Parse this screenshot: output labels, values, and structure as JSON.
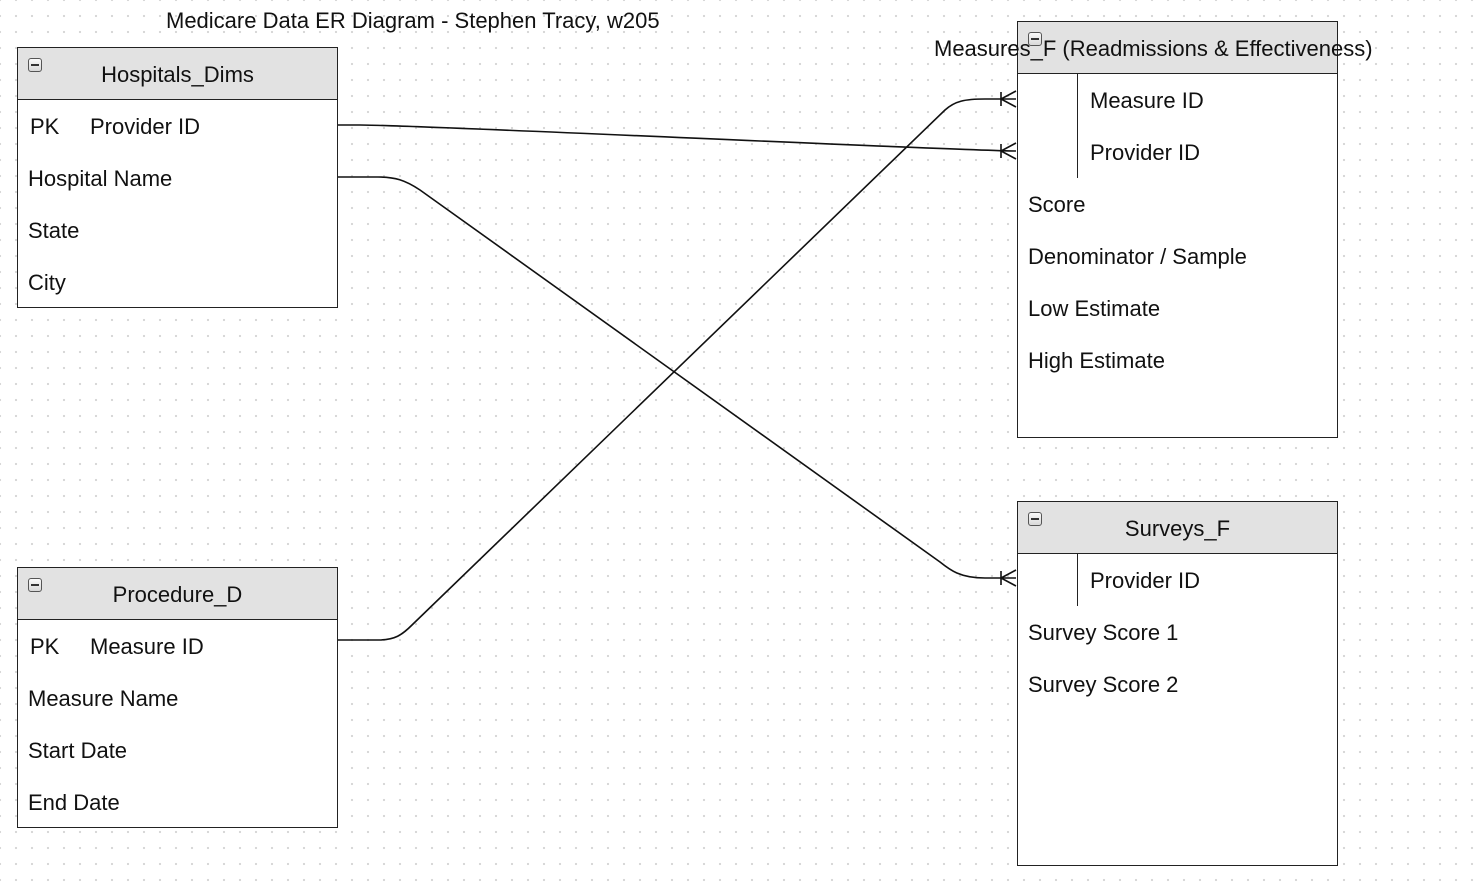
{
  "diagram": {
    "title": "Medicare Data ER Diagram - Stephen Tracy, w205"
  },
  "entities": {
    "hospitals": {
      "name": "Hospitals_Dims",
      "pk_label": "PK",
      "pk_attr": "Provider ID",
      "attributes": [
        "Hospital Name",
        "State",
        "City"
      ]
    },
    "procedure": {
      "name": "Procedure_D",
      "pk_label": "PK",
      "pk_attr": "Measure ID",
      "attributes": [
        "Measure Name",
        "Start Date",
        "End Date"
      ]
    },
    "measures": {
      "name": "Measures_F (Readmissions & Effectiveness)",
      "key_attrs": [
        "Measure ID",
        "Provider ID"
      ],
      "attributes": [
        "Score",
        "Denominator / Sample",
        "Low Estimate",
        "High Estimate"
      ]
    },
    "surveys": {
      "name": "Surveys_F",
      "key_attrs": [
        "Provider ID"
      ],
      "attributes": [
        "Survey Score 1",
        "Survey Score 2"
      ]
    }
  },
  "relationships": [
    {
      "from": "Hospitals_Dims.Provider ID",
      "to": "Measures_F.Provider ID",
      "cardinality": "one-to-many"
    },
    {
      "from": "Hospitals_Dims.Hospital Name",
      "to": "Surveys_F.Provider ID",
      "cardinality": "one-to-many"
    },
    {
      "from": "Procedure_D.Measure ID",
      "to": "Measures_F.Measure ID",
      "cardinality": "one-to-many"
    }
  ]
}
